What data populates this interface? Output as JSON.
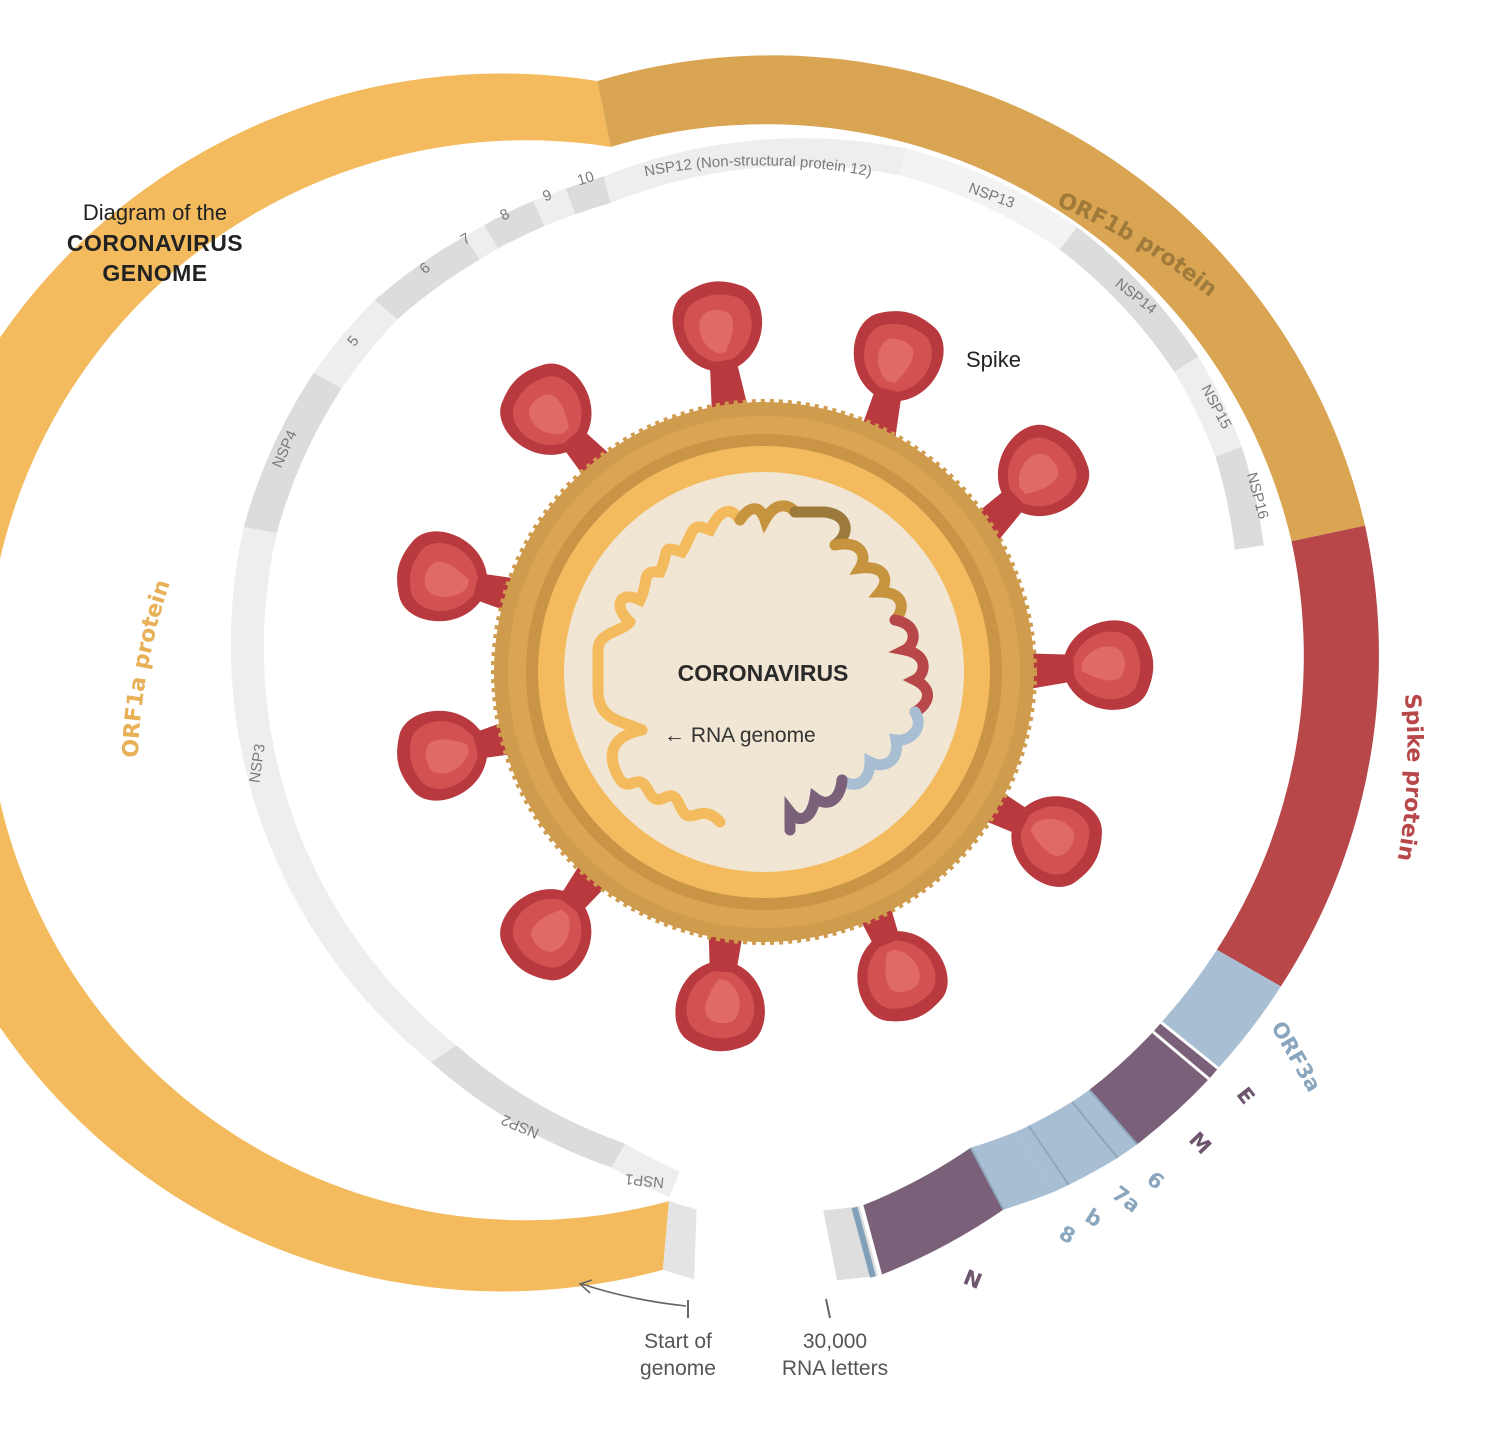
{
  "title": {
    "line1": "Diagram of the",
    "line2": "CORONAVIRUS",
    "line3": "GENOME"
  },
  "virus": {
    "label": "CORONAVIRUS",
    "rna_label": "← RNA genome",
    "spike_label": "Spike"
  },
  "proteins": {
    "orf1a": "ORF1a protein",
    "orf1b": "ORF1b protein",
    "spike": "Spike protein"
  },
  "nsp_labels": {
    "nsp1": "NSP1",
    "nsp2": "NSP2",
    "nsp3": "NSP3",
    "nsp4": "NSP4",
    "nsp5": "5",
    "nsp6": "6",
    "nsp7": "7",
    "nsp8": "8",
    "nsp9": "9",
    "nsp10": "10",
    "nsp12": "NSP12 (Non-structural protein 12)",
    "nsp13": "NSP13",
    "nsp14": "NSP14",
    "nsp15": "NSP15",
    "nsp16": "NSP16"
  },
  "accessory_labels": {
    "orf3a": "ORF3a",
    "e": "E",
    "m": "M",
    "orf6": "6",
    "orf7a": "7a",
    "orf7b": "b",
    "orf8": "8",
    "n": "N"
  },
  "footer": {
    "start_line1": "Start of",
    "start_line2": "genome",
    "end_line1": "30,000",
    "end_line2": "RNA letters"
  },
  "colors": {
    "orf1a": "#f3bb5e",
    "orf1b": "#d9a552",
    "spike": "#b8474a",
    "accessory_light": "#a8bfd3",
    "accessory_dark": "#7a6179",
    "nsp_light": "#eeeeee",
    "nsp_dark": "#dcdcdc",
    "spike_fill": "#c84145",
    "virus_core": "#f1e6d3"
  }
}
